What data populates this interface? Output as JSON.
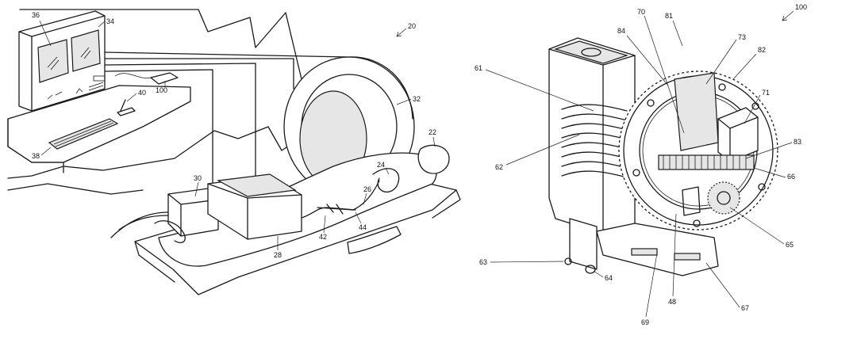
{
  "figure_left": {
    "ref_number": "20",
    "labels": [
      "36",
      "34",
      "38",
      "40",
      "100",
      "32",
      "22",
      "24",
      "26",
      "30",
      "28",
      "42",
      "44"
    ]
  },
  "figure_right": {
    "ref_number": "100",
    "labels": [
      "70",
      "81",
      "73",
      "84",
      "82",
      "61",
      "71",
      "83",
      "62",
      "66",
      "65",
      "63",
      "64",
      "48",
      "69",
      "67"
    ]
  }
}
